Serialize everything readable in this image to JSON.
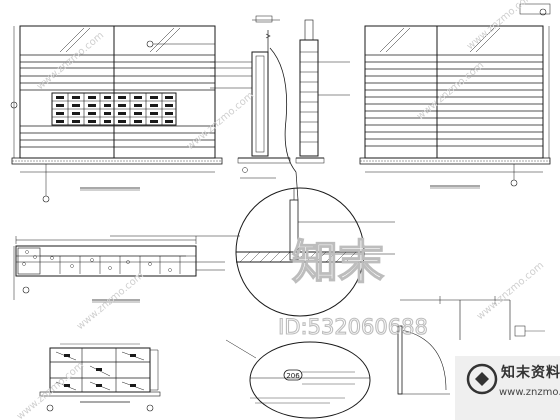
{
  "watermark": {
    "title_cn": "知末",
    "id_text": "ID:532060688"
  },
  "detail_callout": {
    "tag": "206"
  },
  "brand": {
    "name_cn": "知末资料库",
    "url": "www.znzmo.com"
  },
  "colors": {
    "line": "#1a1a1a",
    "watermark": "#c8c8c8",
    "logo_bg": "#efefef"
  }
}
